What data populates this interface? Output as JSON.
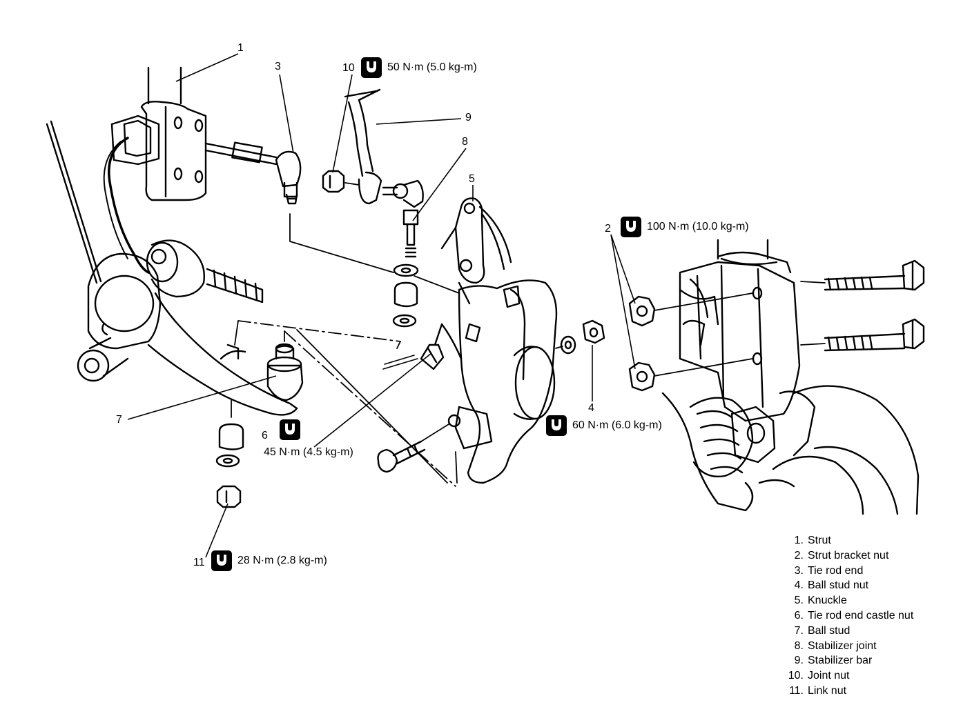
{
  "callouts": {
    "c1": "1",
    "c2": "2",
    "c3": "3",
    "c4": "4",
    "c5": "5",
    "c6": "6",
    "c7": "7",
    "c8": "8",
    "c9": "9",
    "c10": "10",
    "c11": "11"
  },
  "torques": {
    "joint_nut": "50 N·m (5.0 kg-m)",
    "strut_bracket_nut": "100 N·m (10.0 kg-m)",
    "ball_stud_nut": "60 N·m (6.0 kg-m)",
    "castle_nut": "45 N·m (4.5 kg-m)",
    "link_nut": "28 N·m (2.8 kg-m)"
  },
  "legend": [
    {
      "num": "1.",
      "label": "Strut"
    },
    {
      "num": "2.",
      "label": "Strut bracket nut"
    },
    {
      "num": "3.",
      "label": "Tie rod end"
    },
    {
      "num": "4.",
      "label": "Ball stud nut"
    },
    {
      "num": "5.",
      "label": "Knuckle"
    },
    {
      "num": "6.",
      "label": "Tie rod end castle nut"
    },
    {
      "num": "7.",
      "label": "Ball stud"
    },
    {
      "num": "8.",
      "label": "Stabilizer joint"
    },
    {
      "num": "9.",
      "label": "Stabilizer bar"
    },
    {
      "num": "10.",
      "label": "Joint nut"
    },
    {
      "num": "11.",
      "label": "Link nut"
    }
  ],
  "icons": {
    "torque": "torque-wrench-icon"
  }
}
